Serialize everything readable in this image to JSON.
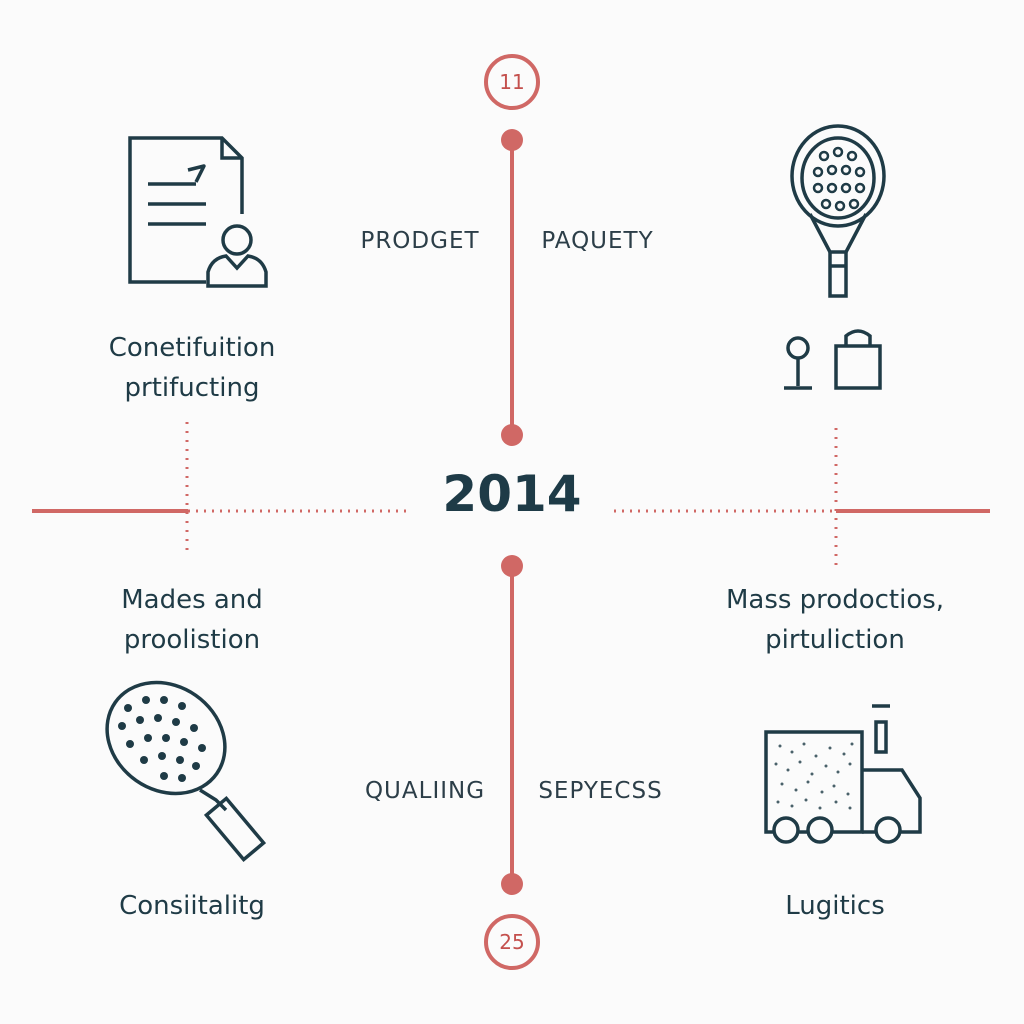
{
  "top_badge": "11",
  "bottom_badge": "25",
  "center_year": "2014",
  "top_left_tag": "PRODGET",
  "top_right_tag": "PAQUETY",
  "bottom_left_tag": "QUALIING",
  "bottom_right_tag": "SEPYECSS",
  "q1": {
    "line1": "Conetifuition",
    "line2": "prtifucting",
    "icon": "document-person-icon"
  },
  "q2": {
    "icon": "padel-racket-icon"
  },
  "q3": {
    "line1": "Mades and",
    "line2": "proolistion",
    "icon": "racket-icon"
  },
  "q4": {
    "line1": "Mass prodoctios,",
    "line2": "pirtuliction",
    "icon": "truck-icon"
  },
  "bottom_left_label": "Consiitalitg",
  "bottom_right_label": "Lugitics",
  "colors": {
    "accent": "#d06865",
    "ink": "#1f3b46"
  }
}
